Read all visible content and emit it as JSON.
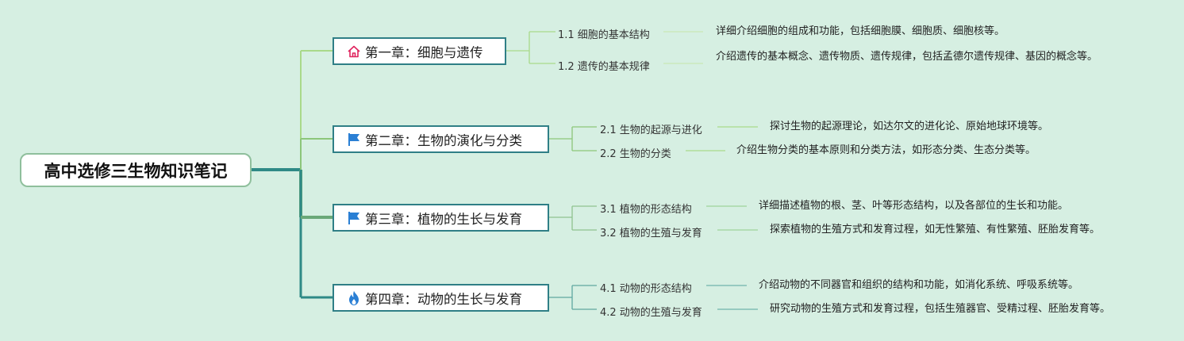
{
  "root": {
    "title": "高中选修三生物知识笔记"
  },
  "chapters": [
    {
      "title": "第一章：细胞与遗传",
      "icon": "home-icon",
      "icon_color": "#e0245e",
      "topics": [
        {
          "label": "1.1 细胞的基本结构",
          "desc": "详细介绍细胞的组成和功能，包括细胞膜、细胞质、细胞核等。"
        },
        {
          "label": "1.2 遗传的基本规律",
          "desc": "介绍遗传的基本概念、遗传物质、遗传规律，包括孟德尔遗传规律、基因的概念等。"
        }
      ]
    },
    {
      "title": "第二章：生物的演化与分类",
      "icon": "flag-icon",
      "icon_color": "#2a7fd4",
      "topics": [
        {
          "label": "2.1 生物的起源与进化",
          "desc": "探讨生物的起源理论，如达尔文的进化论、原始地球环境等。"
        },
        {
          "label": "2.2 生物的分类",
          "desc": "介绍生物分类的基本原则和分类方法，如形态分类、生态分类等。"
        }
      ]
    },
    {
      "title": "第三章：植物的生长与发育",
      "icon": "flag-icon",
      "icon_color": "#2a7fd4",
      "topics": [
        {
          "label": "3.1 植物的形态结构",
          "desc": "详细描述植物的根、茎、叶等形态结构，以及各部位的生长和功能。"
        },
        {
          "label": "3.2 植物的生殖与发育",
          "desc": "探索植物的生殖方式和发育过程，如无性繁殖、有性繁殖、胚胎发育等。"
        }
      ]
    },
    {
      "title": "第四章：动物的生长与发育",
      "icon": "flame-icon",
      "icon_color": "#2a7fd4",
      "topics": [
        {
          "label": "4.1 动物的形态结构",
          "desc": "介绍动物的不同器官和组织的结构和功能，如消化系统、呼吸系统等。"
        },
        {
          "label": "4.2 动物的生殖与发育",
          "desc": "研究动物的生殖方式和发育过程，包括生殖器官、受精过程、胚胎发育等。"
        }
      ]
    }
  ],
  "colors": {
    "background": "#d6efe2",
    "trunk": "#2f8a86",
    "branch_light": "#a9d98a",
    "chapter_border": "#2f7f86"
  }
}
